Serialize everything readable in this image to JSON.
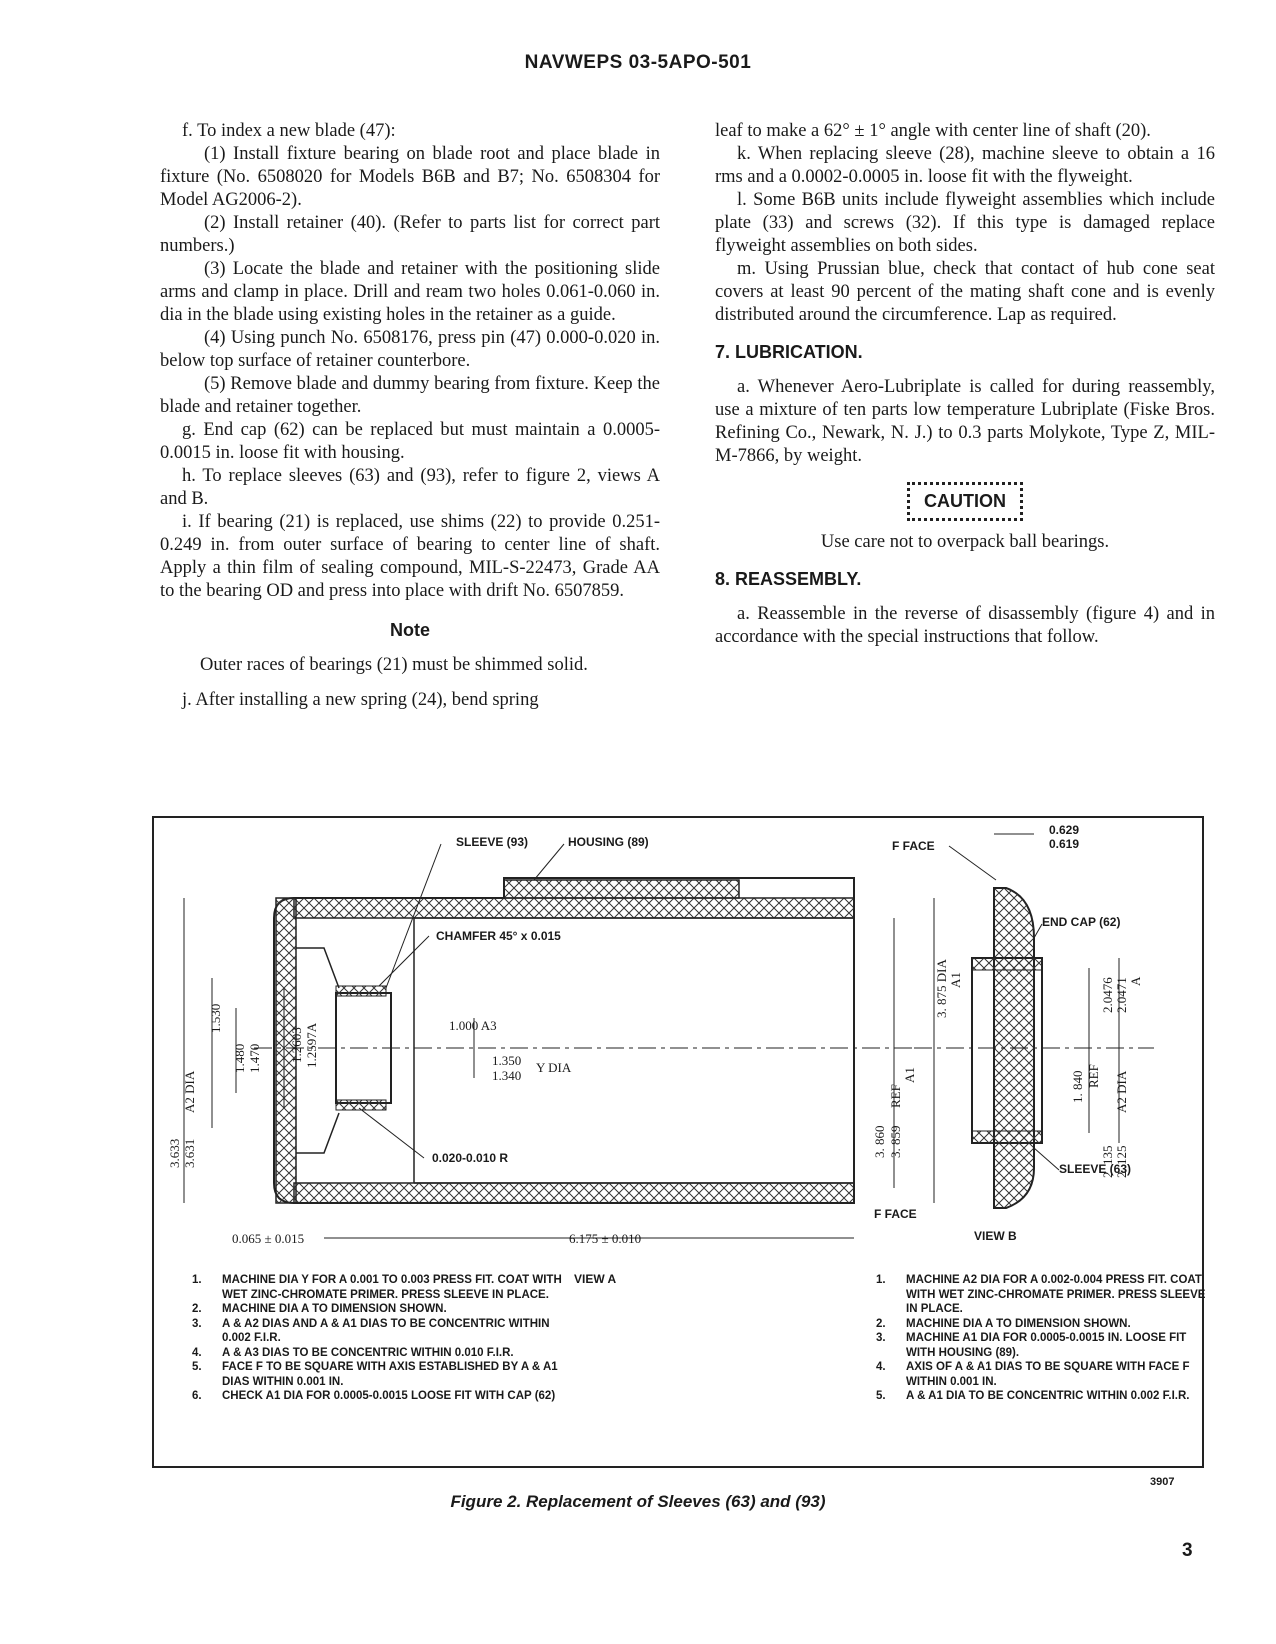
{
  "header": "NAVWEPS 03-5APO-501",
  "left_column": [
    {
      "style": "ind1",
      "text": "f. To index a new blade (47):"
    },
    {
      "style": "ind2",
      "text": "(1) Install fixture bearing on blade root and place blade in fixture (No. 6508020 for Models B6B and B7; No. 6508304 for Model AG2006-2)."
    },
    {
      "style": "ind2",
      "text": "(2) Install retainer (40). (Refer to parts list for correct part numbers.)"
    },
    {
      "style": "ind2",
      "text": "(3) Locate the blade and retainer with the positioning slide arms and clamp in place. Drill and ream two holes 0.061-0.060 in. dia in the blade using existing holes in the retainer as a guide."
    },
    {
      "style": "ind2",
      "text": "(4) Using punch No. 6508176, press pin (47) 0.000-0.020 in. below top surface of retainer counterbore."
    },
    {
      "style": "ind2",
      "text": "(5) Remove blade and dummy bearing from fixture. Keep the blade and retainer together."
    },
    {
      "style": "ind1",
      "text": "g. End cap (62) can be replaced but must maintain a 0.0005-0.0015 in. loose fit with housing."
    },
    {
      "style": "ind1",
      "text": "h. To replace sleeves (63) and (93), refer to figure 2, views A and B."
    },
    {
      "style": "ind1",
      "text": "i. If bearing (21) is replaced, use shims (22) to provide 0.251-0.249 in. from outer surface of bearing to center line of shaft. Apply a thin film of sealing compound, MIL-S-22473, Grade AA to the bearing OD and press into place with drift No. 6507859."
    }
  ],
  "note": {
    "title": "Note",
    "body": "Outer races of bearings (21) must be shimmed solid."
  },
  "left_tail": "j. After installing a new spring (24), bend spring",
  "right_column_top": [
    {
      "style": "",
      "text": "leaf to make a 62° ± 1° angle with center line of shaft (20)."
    },
    {
      "style": "ind1",
      "text": "k. When replacing sleeve (28), machine sleeve to obtain a 16 rms and a 0.0002-0.0005 in. loose fit with the flyweight."
    },
    {
      "style": "ind1",
      "text": "l. Some B6B units include flyweight assemblies which include plate (33) and screws (32). If this type is damaged replace flyweight assemblies on both sides."
    },
    {
      "style": "ind1",
      "text": "m. Using Prussian blue, check that contact of hub cone seat covers at least 90 percent of the mating shaft cone and is evenly distributed around the circumference. Lap as required."
    }
  ],
  "section7": {
    "title": "7. LUBRICATION.",
    "text": "a. Whenever Aero-Lubriplate is called for during reassembly, use a mixture of ten parts low temperature Lubriplate (Fiske Bros. Refining Co., Newark, N. J.) to 0.3 parts Molykote, Type Z, MIL-M-7866, by weight."
  },
  "caution": {
    "label": "CAUTION",
    "text": "Use care not to overpack ball bearings."
  },
  "section8": {
    "title": "8. REASSEMBLY.",
    "text": "a. Reassemble in the reverse of disassembly (figure 4) and in accordance with the special instructions that follow."
  },
  "figure": {
    "labels": {
      "sleeve93": "SLEEVE (93)",
      "housing89": "HOUSING (89)",
      "chamfer": "CHAMFER 45° x 0.015",
      "radius": "0.020-0.010 R",
      "a3": "1.000 A3",
      "y_top": "1.350",
      "y_bot": "1.340",
      "y_dia": "Y DIA",
      "d1530": "1.530",
      "d1480": "1.480",
      "d1470": "1.470",
      "d12603": "1.2603",
      "d12597": "1.2597A",
      "d3633": "3.633",
      "d3631": "3.631",
      "a2dia": "A2 DIA",
      "d0065": "0.065 ± 0.015",
      "d6175": "6.175 ± 0.010",
      "view_a": "VIEW A",
      "f_face_top": "F FACE",
      "f_face_bot": "F FACE",
      "d0629": "0.629",
      "d0619": "0.619",
      "end_cap": "END CAP (62)",
      "d3875": "3. 875 DIA",
      "a1": "A1",
      "d3860": "3. 860",
      "d3859": "3. 859",
      "ref": "REF",
      "a1b": "A1",
      "d20476": "2.0476",
      "d20471": "2.0471",
      "a": "A",
      "d1840": "1. 840",
      "refb": "REF",
      "d2135": "2. 135",
      "d2125": "2. 125",
      "a2diab": "A2 DIA",
      "sleeve63": "SLEEVE (63)",
      "view_b": "VIEW B"
    },
    "notes_a": [
      {
        "n": "1.",
        "t": "MACHINE DIA Y FOR A 0.001 TO 0.003 PRESS FIT. COAT WITH WET ZINC-CHROMATE PRIMER. PRESS SLEEVE IN PLACE."
      },
      {
        "n": "2.",
        "t": "MACHINE DIA A TO DIMENSION SHOWN."
      },
      {
        "n": "3.",
        "t": "A & A2 DIAS AND A & A1 DIAS TO BE CONCENTRIC WITHIN 0.002 F.I.R."
      },
      {
        "n": "4.",
        "t": "A & A3 DIAS TO BE CONCENTRIC WITHIN 0.010 F.I.R."
      },
      {
        "n": "5.",
        "t": "FACE F TO BE SQUARE WITH AXIS ESTABLISHED BY A & A1 DIAS WITHIN 0.001 IN."
      },
      {
        "n": "6.",
        "t": "CHECK A1 DIA FOR 0.0005-0.0015 LOOSE FIT WITH CAP (62)"
      }
    ],
    "notes_b": [
      {
        "n": "1.",
        "t": "MACHINE A2 DIA FOR A 0.002-0.004 PRESS FIT. COAT WITH WET ZINC-CHROMATE PRIMER. PRESS SLEEVE IN PLACE."
      },
      {
        "n": "2.",
        "t": "MACHINE DIA A TO DIMENSION SHOWN."
      },
      {
        "n": "3.",
        "t": "MACHINE A1 DIA FOR 0.0005-0.0015 IN. LOOSE FIT WITH HOUSING (89)."
      },
      {
        "n": "4.",
        "t": "AXIS OF A & A1 DIAS TO BE SQUARE WITH FACE F WITHIN 0.001 IN."
      },
      {
        "n": "5.",
        "t": "A & A1 DIA TO BE CONCENTRIC WITHIN 0.002 F.I.R."
      }
    ],
    "figure_number": "3907",
    "caption": "Figure 2. Replacement of Sleeves (63) and (93)"
  },
  "page_number": "3"
}
